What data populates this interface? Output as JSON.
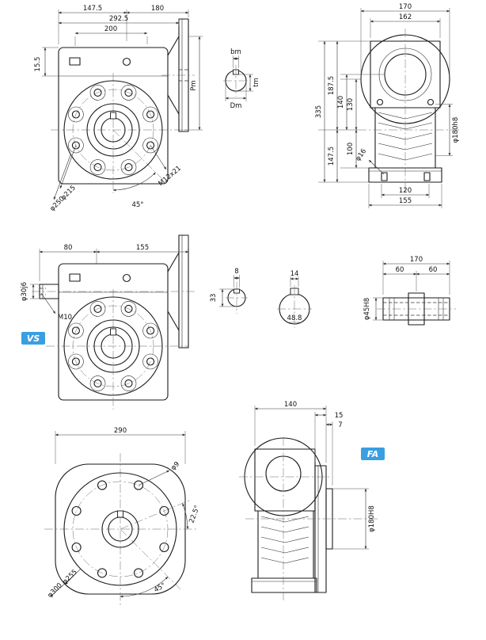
{
  "colors": {
    "badge_blue": "#3a9fe0",
    "line_dark": "#1a1a1a"
  },
  "badges": {
    "vs": "VS",
    "fa": "FA"
  },
  "front_view": {
    "dim_147_5": "147.5",
    "dim_180": "180",
    "dim_292_5": "292.5",
    "dim_200": "200",
    "dim_15_5": "15.5",
    "dim_pm": "Pm",
    "label_bolt_circle": "φ215",
    "label_flange_dia": "φ250",
    "label_tap": "M12x21",
    "label_angle_45": "45°"
  },
  "motor_shaft_detail": {
    "dim_bm": "bm",
    "dim_tm": "tm",
    "dim_dm": "Dm"
  },
  "side_view": {
    "dim_170": "170",
    "dim_162": "162",
    "dim_187_5": "187.5",
    "dim_140": "140",
    "dim_130": "130",
    "dim_335": "335",
    "dim_147_5": "147.5",
    "dim_100": "100",
    "label_foot_hole": "φ16",
    "label_spigot": "φ180h8",
    "dim_120": "120",
    "dim_155": "155"
  },
  "vs_view": {
    "dim_80": "80",
    "dim_155": "155",
    "label_shaft_dia": "φ30j6",
    "label_tap": "M10"
  },
  "worm_shaft_section": {
    "dim_key_width": "8",
    "dim_33": "33"
  },
  "hollow_bore_section": {
    "dim_key_width": "14",
    "dim_key_depth": "48.8"
  },
  "hollow_shaft_view": {
    "dim_170": "170",
    "dim_60_left": "60",
    "dim_60_right": "60",
    "label_bore": "φ45H8"
  },
  "flange_view": {
    "dim_290": "290",
    "label_holes": "φ9",
    "dim_angle_22_5": "22.5°",
    "dim_angle_45": "45°",
    "label_d255": "φ255",
    "label_d300": "φ300"
  },
  "fa_view": {
    "dim_140": "140",
    "dim_15": "15",
    "dim_7": "7",
    "label_spigot": "φ180H8"
  }
}
